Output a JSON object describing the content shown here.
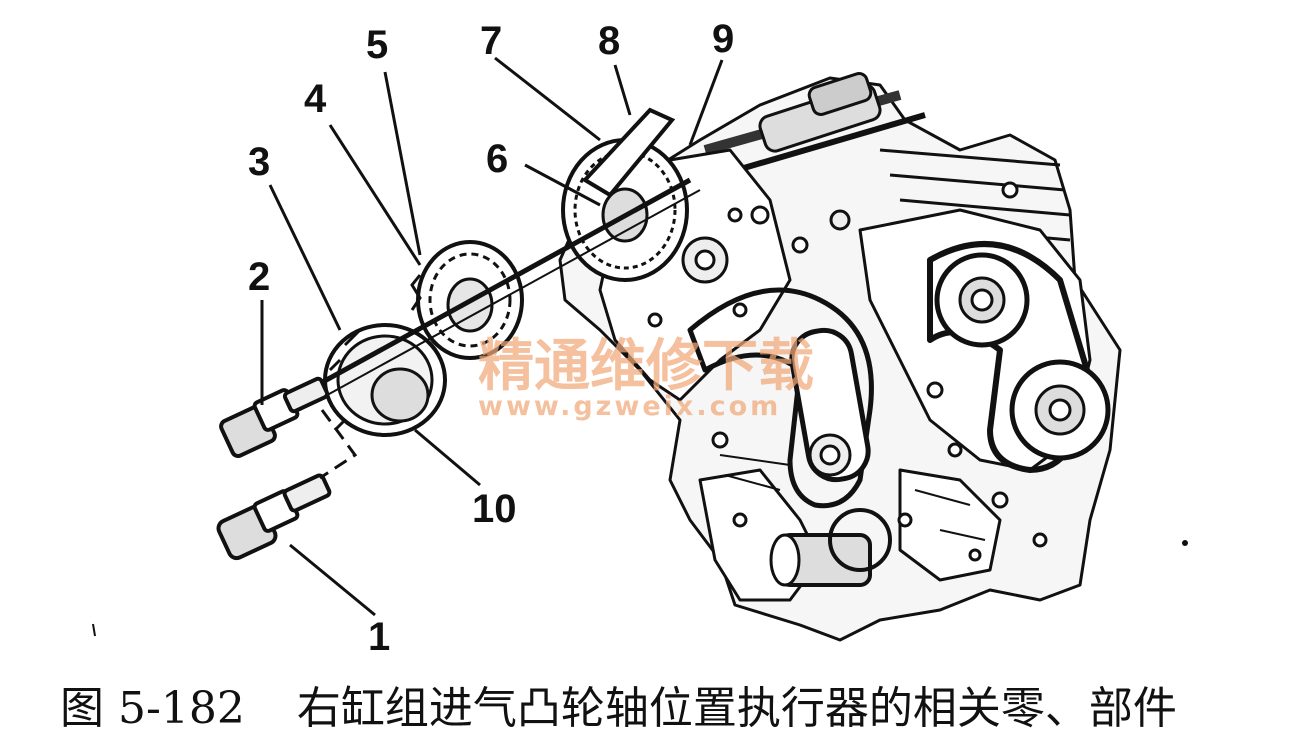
{
  "figure": {
    "callouts": [
      "1",
      "2",
      "3",
      "4",
      "5",
      "6",
      "7",
      "8",
      "9",
      "10"
    ],
    "watermark": {
      "text": "精通维修下载",
      "url": "www.gzweix.com"
    },
    "caption": {
      "number": "图 5-182",
      "text": "右缸组进气凸轮轴位置执行器的相关零、部件"
    }
  }
}
